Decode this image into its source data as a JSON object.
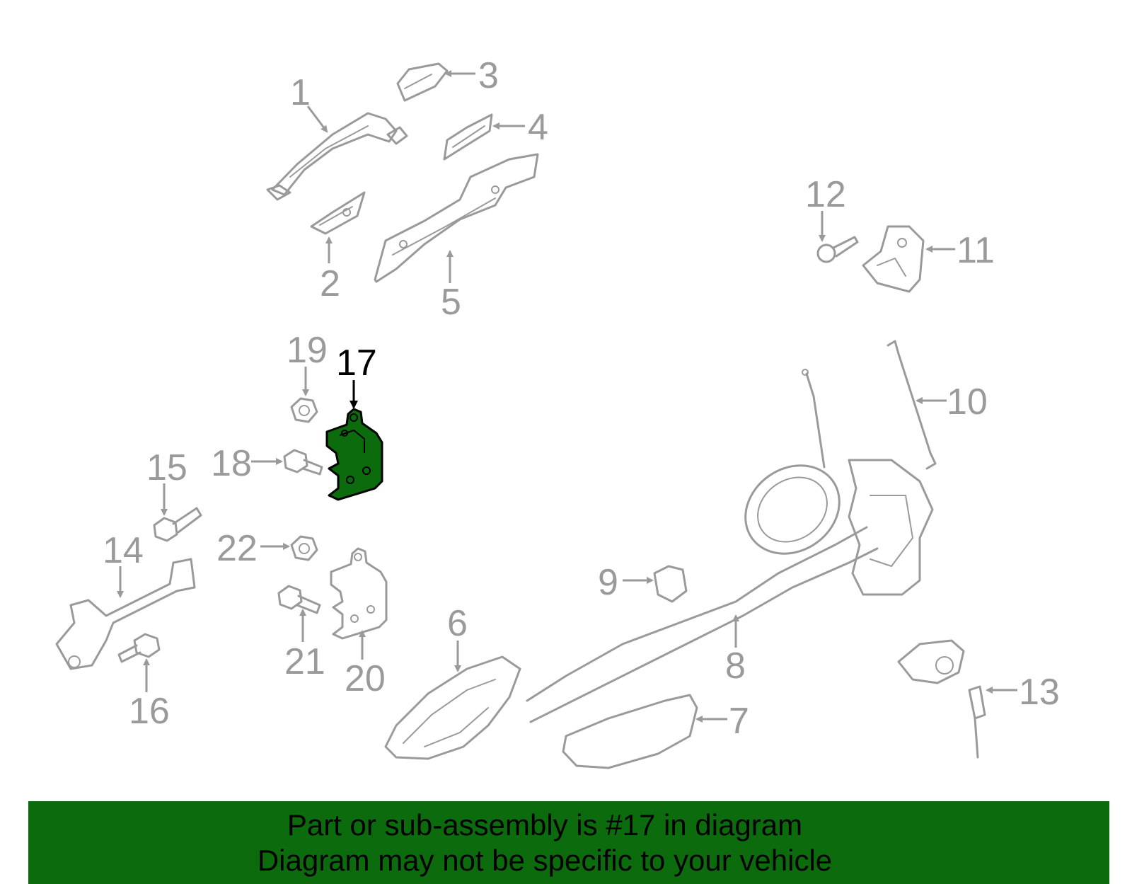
{
  "diagram": {
    "highlighted_part": "17",
    "highlight_color": "#0c6b0c",
    "line_color": "#9a9a9a",
    "callouts": {
      "c1": "1",
      "c2": "2",
      "c3": "3",
      "c4": "4",
      "c5": "5",
      "c6": "6",
      "c7": "7",
      "c8": "8",
      "c9": "9",
      "c10": "10",
      "c11": "11",
      "c12": "12",
      "c13": "13",
      "c14": "14",
      "c15": "15",
      "c16": "16",
      "c17": "17",
      "c18": "18",
      "c19": "19",
      "c20": "20",
      "c21": "21",
      "c22": "22"
    }
  },
  "banner": {
    "background": "#0c6b0c",
    "line1": "Part or sub-assembly is #17 in diagram",
    "line2": "Diagram may not be specific to your vehicle"
  }
}
